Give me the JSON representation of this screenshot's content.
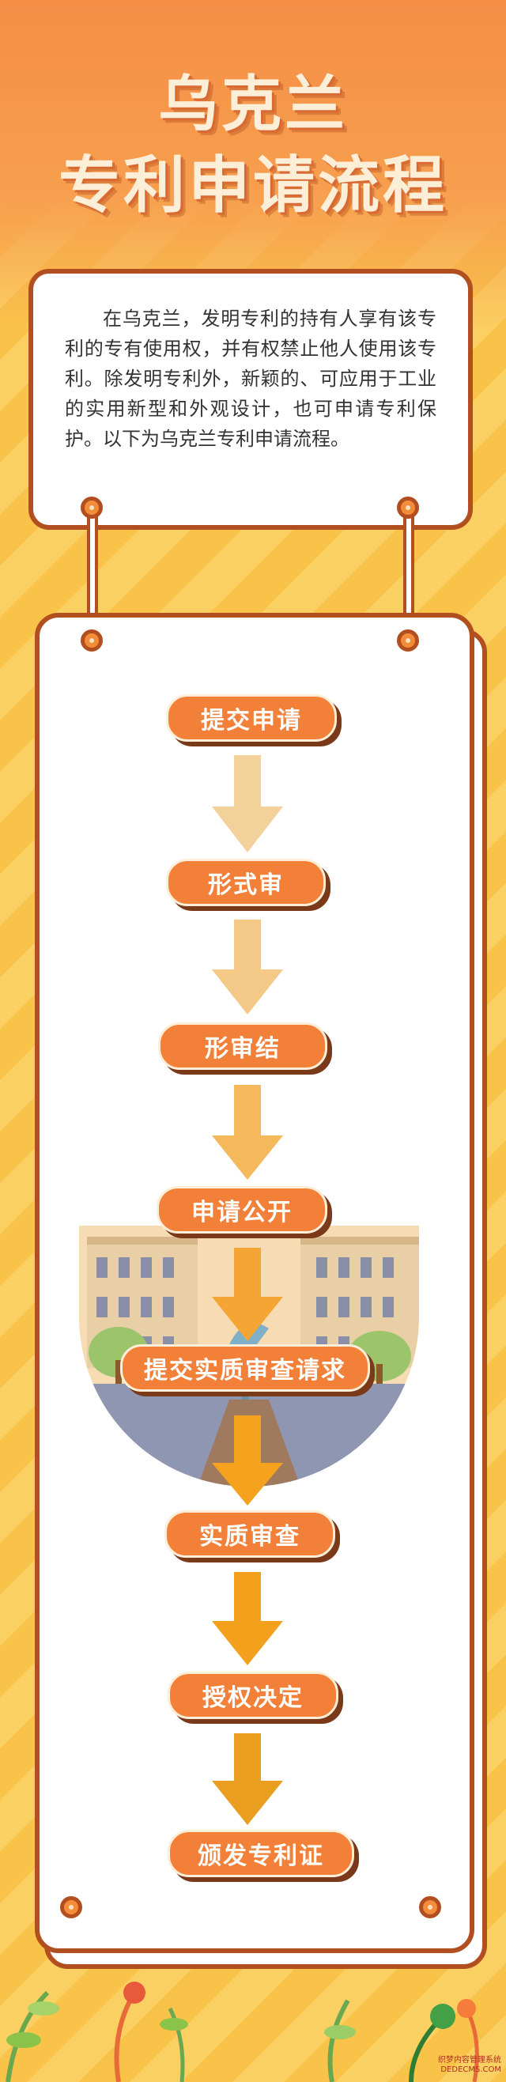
{
  "title": {
    "line1": "乌克兰",
    "line2": "专利申请流程"
  },
  "intro": "在乌克兰，发明专利的持有人享有该专利的专有使用权，并有权禁止他人使用该专利。除发明专利外，新颖的、可应用于工业的实用新型和外观设计，也可申请专利保护。以下为乌克兰专利申请流程。",
  "steps": [
    {
      "label": "提交申请"
    },
    {
      "label": "形式审"
    },
    {
      "label": "形审结"
    },
    {
      "label": "申请公开"
    },
    {
      "label": "提交实质审查请求"
    },
    {
      "label": "实质审查"
    },
    {
      "label": "授权决定"
    },
    {
      "label": "颁发专利证"
    }
  ],
  "watermark": {
    "line1": "织梦内容管理系统",
    "line2": "DEDECMS.COM"
  },
  "colors": {
    "accent": "#f28038",
    "border": "#b24f20",
    "arrow_light": "#f4cf8f",
    "arrow_dark": "#f3a11f"
  }
}
